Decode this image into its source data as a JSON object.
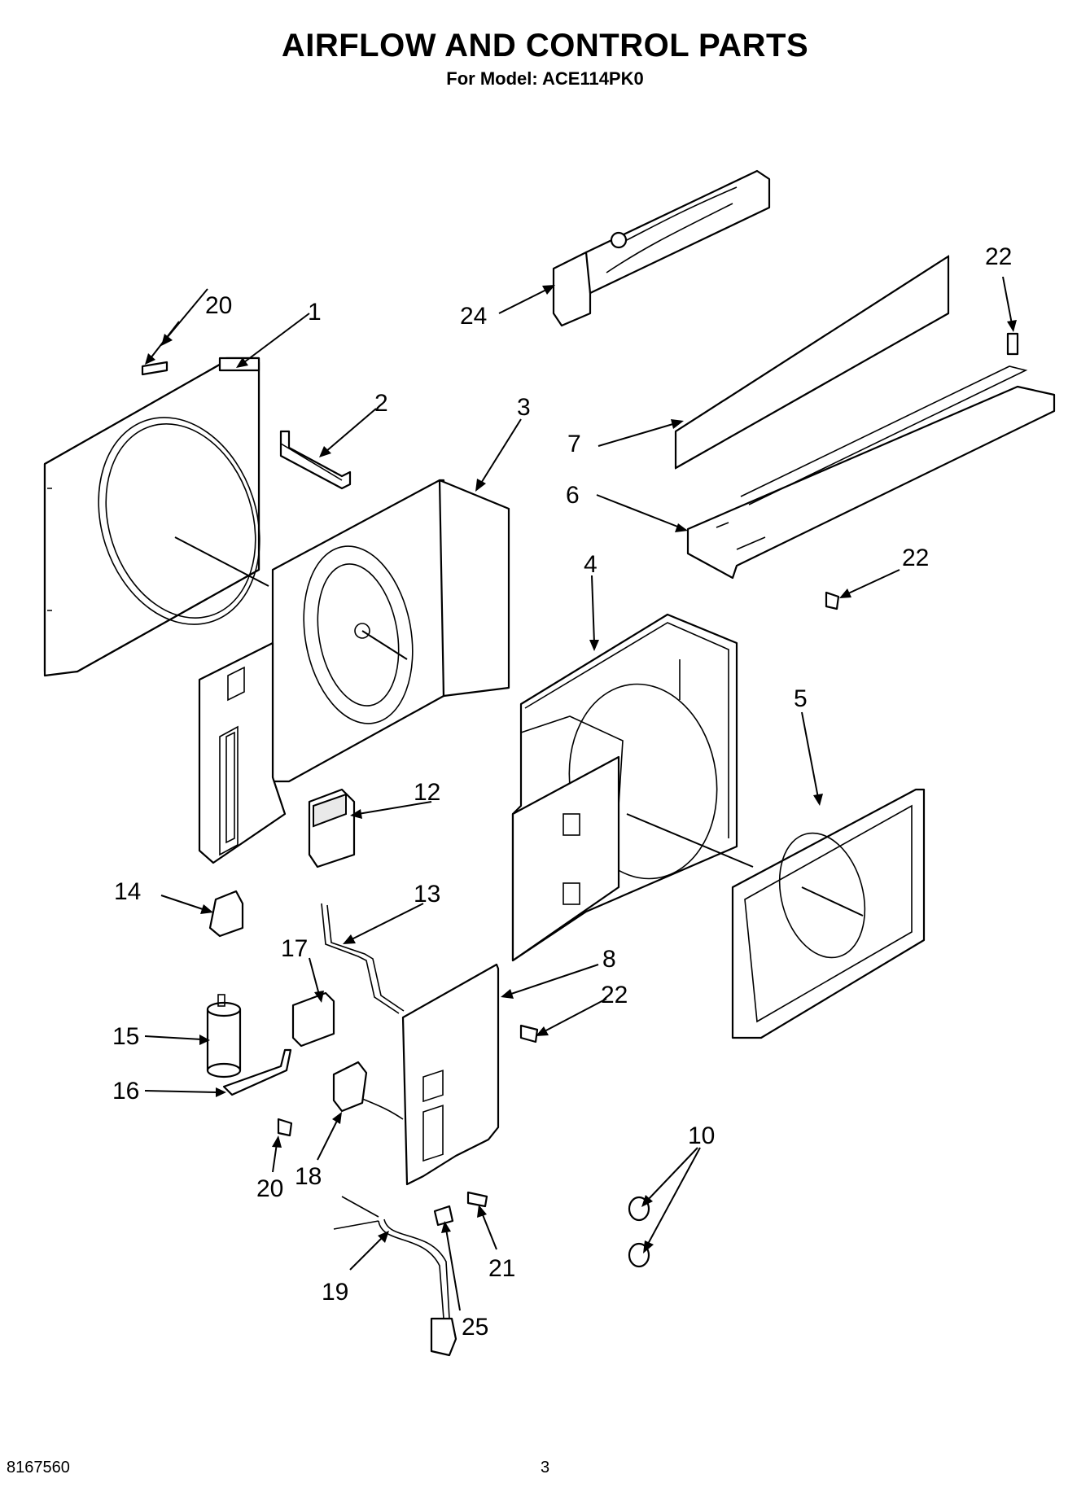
{
  "title": "AIRFLOW AND CONTROL PARTS",
  "subtitle": "For Model: ACE114PK0",
  "doc_number": "8167560",
  "page_number": "3",
  "callouts": {
    "c1": "1",
    "c2": "2",
    "c3": "3",
    "c4": "4",
    "c5": "5",
    "c6": "6",
    "c7": "7",
    "c8": "8",
    "c10": "10",
    "c12": "12",
    "c13": "13",
    "c14": "14",
    "c15": "15",
    "c16": "16",
    "c17": "17",
    "c18": "18",
    "c19": "19",
    "c20a": "20",
    "c20b": "20",
    "c21": "21",
    "c22a": "22",
    "c22b": "22",
    "c22c": "22",
    "c24": "24",
    "c25": "25"
  }
}
